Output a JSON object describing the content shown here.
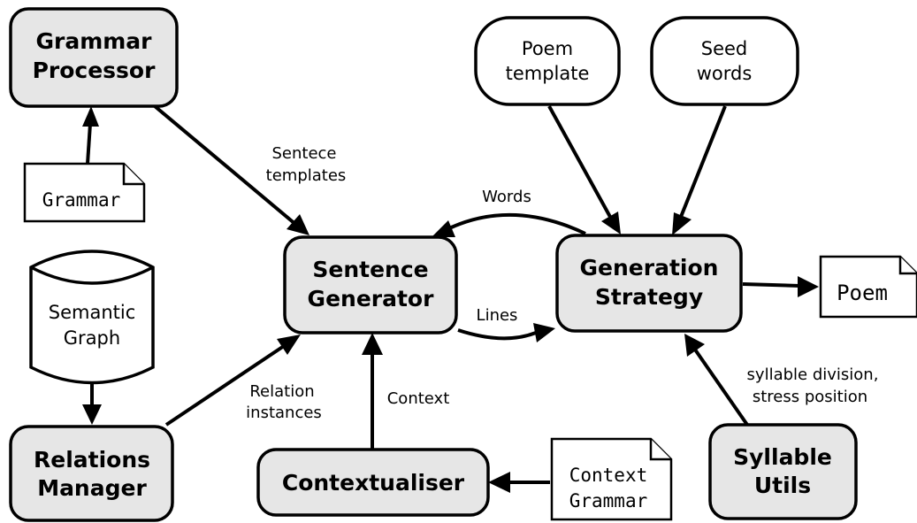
{
  "nodes": {
    "grammar_processor": [
      "Grammar",
      "Processor"
    ],
    "grammar_doc": "Grammar",
    "semantic_graph": [
      "Semantic",
      "Graph"
    ],
    "relations_manager": [
      "Relations",
      "Manager"
    ],
    "sentence_generator": [
      "Sentence",
      "Generator"
    ],
    "contextualiser": "Contextualiser",
    "context_grammar_doc": [
      "Context",
      "Grammar"
    ],
    "poem_template": [
      "Poem",
      "template"
    ],
    "seed_words": [
      "Seed",
      "words"
    ],
    "generation_strategy": [
      "Generation",
      "Strategy"
    ],
    "poem_doc": "Poem",
    "syllable_utils": [
      "Syllable",
      "Utils"
    ]
  },
  "edge_labels": {
    "sentence_templates": [
      "Sentece",
      "templates"
    ],
    "words": "Words",
    "lines": "Lines",
    "relation_instances": [
      "Relation",
      "instances"
    ],
    "context": "Context",
    "syllable_info": [
      "syllable division,",
      "stress position"
    ]
  }
}
